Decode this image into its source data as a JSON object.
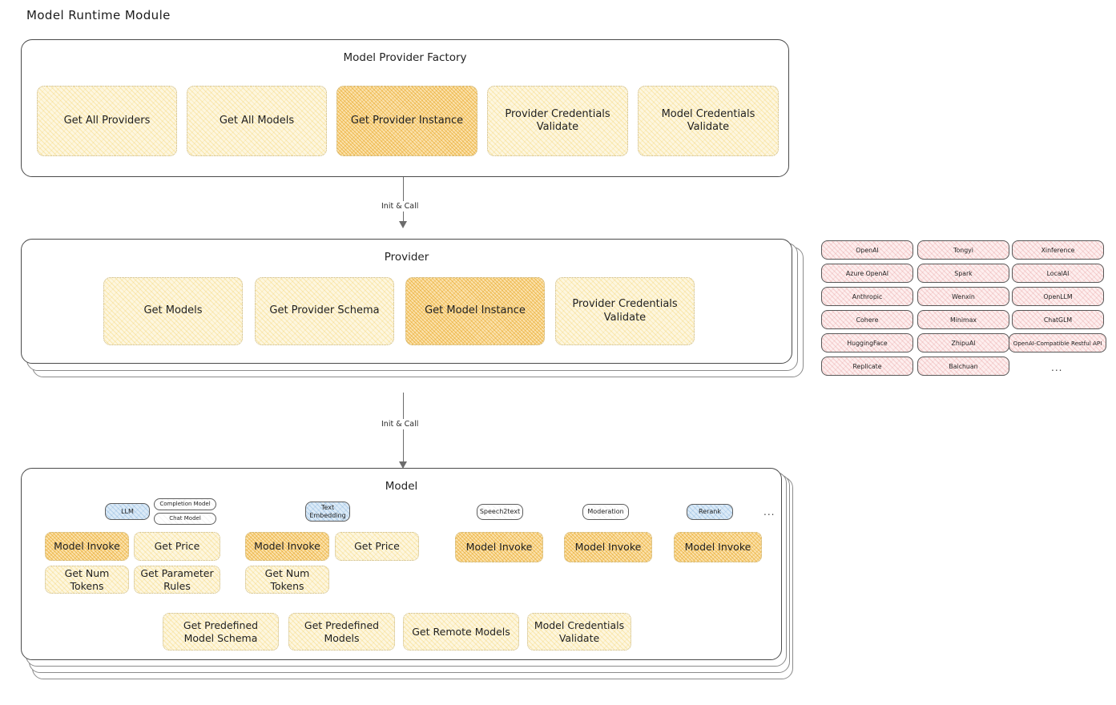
{
  "page": {
    "title": "Model Runtime Module"
  },
  "colors": {
    "fill_yellow": "#fdf6df",
    "fill_amber": "#fbe2ad",
    "fill_pink": "#fdeeee",
    "fill_blue": "#dbeaf7",
    "border": "#4a4a4a",
    "dotted_border": "#c9b98a"
  },
  "factory": {
    "title": "Model Provider Factory",
    "items": [
      {
        "label": "Get All Providers",
        "highlight": false
      },
      {
        "label": "Get All Models",
        "highlight": false
      },
      {
        "label": "Get Provider Instance",
        "highlight": true
      },
      {
        "label": "Provider Credentials Validate",
        "highlight": false
      },
      {
        "label": "Model Credentials Validate",
        "highlight": false
      }
    ]
  },
  "arrow1": {
    "label": "Init & Call"
  },
  "provider": {
    "title": "Provider",
    "items": [
      {
        "label": "Get Models",
        "highlight": false
      },
      {
        "label": "Get Provider Schema",
        "highlight": false
      },
      {
        "label": "Get Model Instance",
        "highlight": true
      },
      {
        "label": "Provider Credentials Validate",
        "highlight": false
      }
    ]
  },
  "arrow2": {
    "label": "Init & Call"
  },
  "provider_list": {
    "columns": [
      {
        "tags": [
          "OpenAI",
          "Azure OpenAI",
          "Anthropic",
          "Cohere",
          "HuggingFace",
          "Replicate"
        ]
      },
      {
        "tags": [
          "Tongyi",
          "Spark",
          "Wenxin",
          "Minimax",
          "ZhipuAI",
          "Baichuan"
        ]
      },
      {
        "tags": [
          "Xinference",
          "LocalAI",
          "OpenLLM",
          "ChatGLM",
          "OpenAI-Compatible Restful API"
        ]
      }
    ],
    "more": "..."
  },
  "model": {
    "title": "Model",
    "more": "...",
    "types": [
      {
        "name": "LLM",
        "fill": "blue",
        "subtags": [
          "Completion Model",
          "Chat Model"
        ],
        "methods": [
          {
            "label": "Model Invoke",
            "highlight": true
          },
          {
            "label": "Get Price",
            "highlight": false
          },
          {
            "label": "Get Num Tokens",
            "highlight": false
          },
          {
            "label": "Get Parameter Rules",
            "highlight": false
          }
        ]
      },
      {
        "name": "Text Embedding",
        "fill": "blue",
        "subtags": [],
        "methods": [
          {
            "label": "Model Invoke",
            "highlight": true
          },
          {
            "label": "Get Price",
            "highlight": false
          },
          {
            "label": "Get Num Tokens",
            "highlight": false
          }
        ]
      },
      {
        "name": "Speech2text",
        "fill": "white",
        "subtags": [],
        "methods": [
          {
            "label": "Model Invoke",
            "highlight": true
          }
        ]
      },
      {
        "name": "Moderation",
        "fill": "white",
        "subtags": [],
        "methods": [
          {
            "label": "Model Invoke",
            "highlight": true
          }
        ]
      },
      {
        "name": "Rerank",
        "fill": "blue",
        "subtags": [],
        "methods": [
          {
            "label": "Model Invoke",
            "highlight": true
          }
        ]
      }
    ],
    "common_methods": [
      "Get Predefined Model Schema",
      "Get Predefined Models",
      "Get Remote Models",
      "Model Credentials Validate"
    ]
  }
}
